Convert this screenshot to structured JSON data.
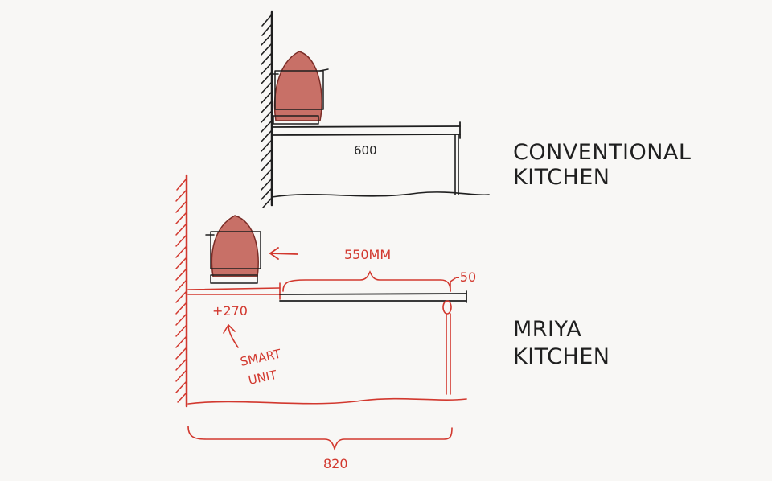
{
  "conventional": {
    "dimension": "600",
    "label_line1": "CONVENTIONAL",
    "label_line2": "KITCHEN"
  },
  "mriya": {
    "dimension_top": "550MM",
    "dimension_offset": "-50",
    "dimension_setback": "+270",
    "note_line1": "SMART",
    "note_line2": "UNIT",
    "dimension_total": "820",
    "label_line1": "MRIYA",
    "label_line2": "KITCHEN"
  },
  "colors": {
    "ink": "#1f1f1f",
    "red_ink": "#d2382e",
    "kettle_fill": "#c0584e"
  }
}
